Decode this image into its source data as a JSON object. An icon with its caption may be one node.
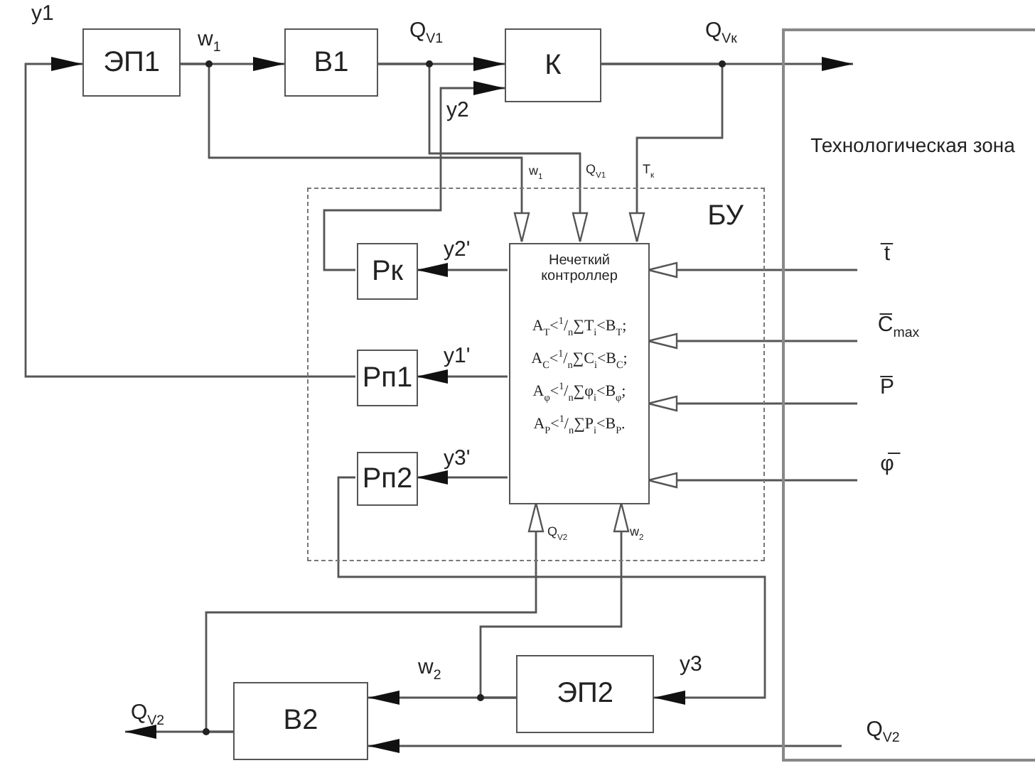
{
  "diagram": {
    "nodes": [
      {
        "text": [
          "ЭП1"
        ]
      },
      {
        "text": [
          "В1"
        ]
      },
      {
        "text": [
          "К"
        ]
      },
      {
        "text": [
          "Технологическая зона"
        ]
      },
      {
        "text": [
          "БУ"
        ]
      },
      {
        "text": [
          "Нечеткий контроллер",
          "A$_{T}$<$^{1}$/$_{n}$∑T$_{i}$<B$_{T}$;",
          "A$_{C}$<$^{1}$/$_{n}$∑C$_{i}$<B$_{C}$;",
          "A$_{φ}$<$^{1}$/$_{n}$∑φ$_{i}$<B$_{φ}$;",
          "A$_{P}$<$^{1}$/$_{n}$∑P$_{i}$<B$_{P}$."
        ],
        "in": 4
      },
      {
        "text": [
          "Рк"
        ],
        "in": 4
      },
      {
        "text": [
          "Рп1"
        ],
        "in": 4
      },
      {
        "text": [
          "Рп2"
        ],
        "in": 4
      },
      {
        "text": [
          "ЭП2"
        ]
      },
      {
        "text": [
          "В2"
        ]
      },
      {
        "text": [
          "t̅"
        ],
        "in": 3
      },
      {
        "text": [
          "C̅$_{max}$"
        ],
        "in": 3
      },
      {
        "text": [
          "P̅"
        ],
        "in": 3
      },
      {
        "text": [
          "φ̅"
        ],
        "in": 3
      },
      {
        "text": [
          "Q$_{V2}$"
        ],
        "in": 3
      },
      {
        "text": [
          "Q$_{V2}$"
        ]
      }
    ],
    "edges": [
      {
        "from": 7,
        "to": 0,
        "arrow": "to"
      },
      {
        "from": 0,
        "to": 1,
        "arrow": "to"
      },
      {
        "from": 1,
        "to": 2,
        "arrow": "to"
      },
      {
        "from": 2,
        "to": 3,
        "arrow": "to"
      },
      {
        "from": 6,
        "to": 2,
        "arrow": "to"
      },
      {
        "from": 0,
        "to": 5,
        "arrow": "to"
      },
      {
        "from": 1,
        "to": 5,
        "arrow": "to"
      },
      {
        "from": 2,
        "to": 5,
        "arrow": "to"
      },
      {
        "from": 5,
        "to": 6,
        "arrow": "to"
      },
      {
        "from": 5,
        "to": 7,
        "arrow": "to"
      },
      {
        "from": 5,
        "to": 8,
        "arrow": "to"
      },
      {
        "from": 11,
        "to": 5,
        "arrow": "to"
      },
      {
        "from": 12,
        "to": 5,
        "arrow": "to"
      },
      {
        "from": 13,
        "to": 5,
        "arrow": "to"
      },
      {
        "from": 14,
        "to": 5,
        "arrow": "to"
      },
      {
        "from": 8,
        "to": 9,
        "arrow": "to"
      },
      {
        "from": 9,
        "to": 10,
        "arrow": "to"
      },
      {
        "from": 9,
        "to": 5,
        "arrow": "to"
      },
      {
        "from": 10,
        "to": 16,
        "arrow": "to"
      },
      {
        "from": 10,
        "to": 5,
        "arrow": "to"
      },
      {
        "from": 15,
        "to": 10,
        "arrow": "to"
      }
    ],
    "labels": [
      "y1",
      "w$_{1}$",
      "Q$_{V1}$",
      "Q$_{Vк}$",
      "y2",
      "w$_{1}$",
      "Q$_{V1}$",
      "T$_{к}$",
      "y2'",
      "y1'",
      "y3'",
      "Q$_{V2}$",
      "w$_{2}$",
      "w$_{2}$",
      "y3"
    ]
  }
}
